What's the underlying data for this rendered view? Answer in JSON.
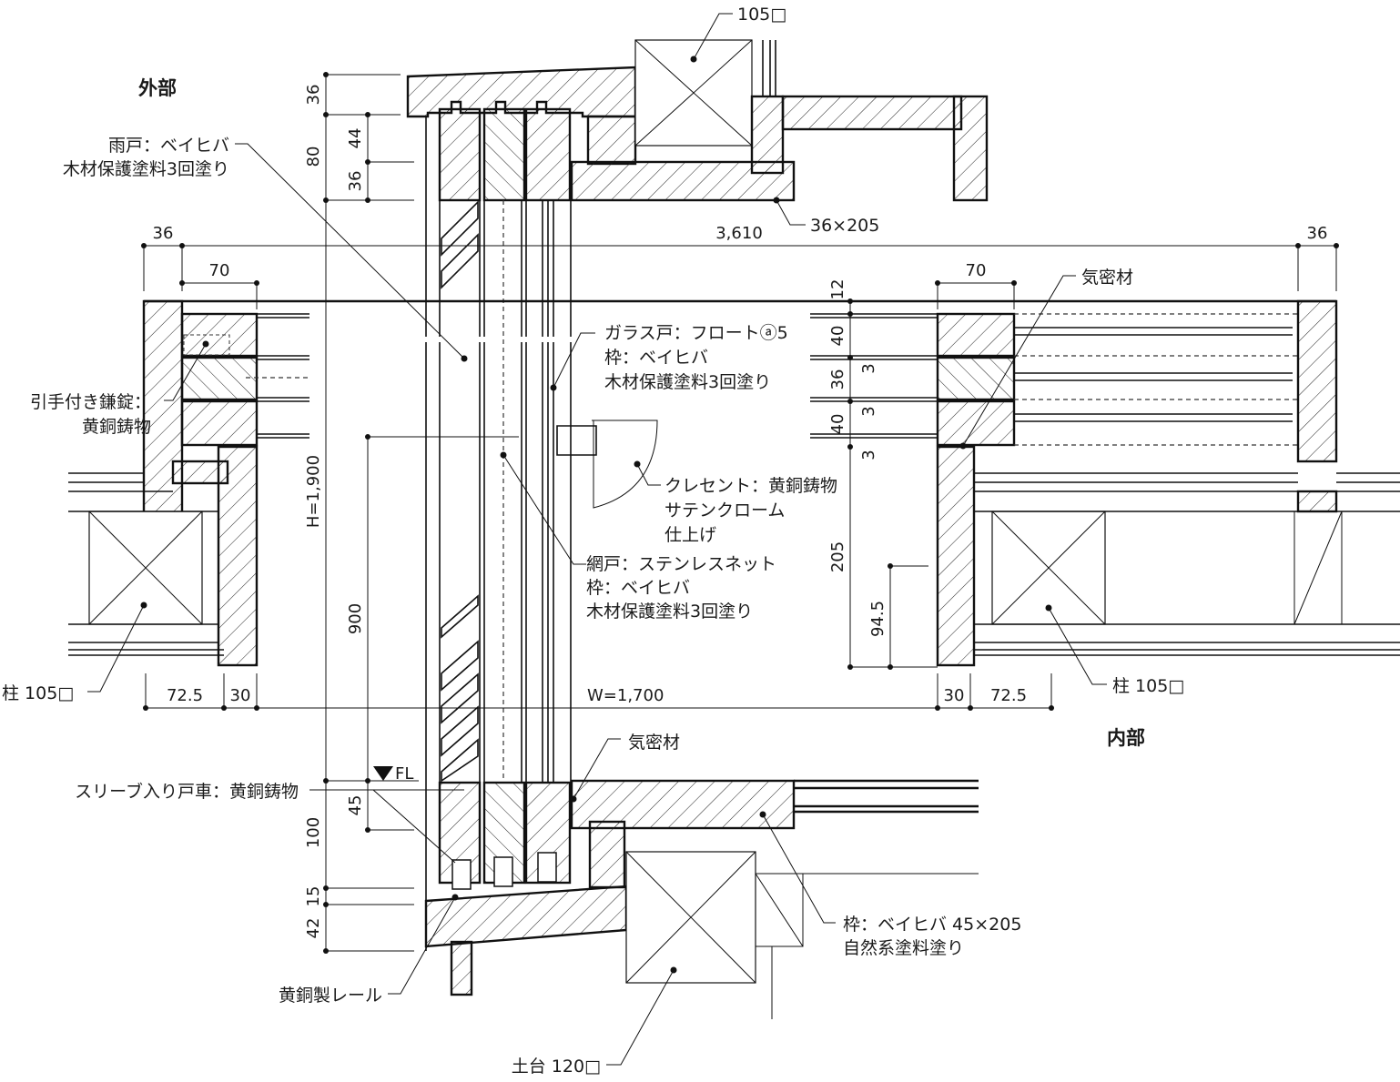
{
  "zones": {
    "exterior": "外部",
    "interior": "内部"
  },
  "labels": {
    "shutter": [
      "雨戸：ベイヒバ",
      "木材保護塗料3回塗り"
    ],
    "post_top": "105□",
    "header_board": "36×205",
    "airtight_top": "気密材",
    "glass_door": [
      "ガラス戸：フロートⓐ5",
      "枠：ベイヒバ",
      "木材保護塗料3回塗り"
    ],
    "lock": [
      "引手付き鎌錠：",
      "黄銅鋳物"
    ],
    "crescent": [
      "クレセント：黄銅鋳物",
      "サテンクローム",
      "仕上げ"
    ],
    "screen_door": [
      "網戸：ステンレスネット",
      "枠：ベイヒバ",
      "木材保護塗料3回塗り"
    ],
    "post_left": "柱 105□",
    "post_right": "柱 105□",
    "airtight_bottom": "気密材",
    "roller": "スリーブ入り戸車：黄銅鋳物",
    "frame_bottom": [
      "枠：ベイヒバ 45×205",
      "自然系塗料塗り"
    ],
    "rail": "黄銅製レール",
    "sill": "土台 120□",
    "floor_level": "FL"
  },
  "dimensions": {
    "top_vertical": [
      "36",
      "80",
      "44",
      "36"
    ],
    "overall_width_top": "3,610",
    "left_36": "36",
    "right_36": "36",
    "left_70": "70",
    "right_70": "70",
    "right_stack": [
      "12",
      "40",
      "36",
      "40",
      "3",
      "3",
      "3"
    ],
    "height": "H=1,900",
    "handle_height": "900",
    "frame_depth": "205",
    "frame_offset": "94.5",
    "left_bottom": [
      "72.5",
      "30"
    ],
    "right_bottom": [
      "30",
      "72.5"
    ],
    "width": "W=1,700",
    "bottom_vertical": [
      "45",
      "100",
      "15",
      "42"
    ]
  }
}
